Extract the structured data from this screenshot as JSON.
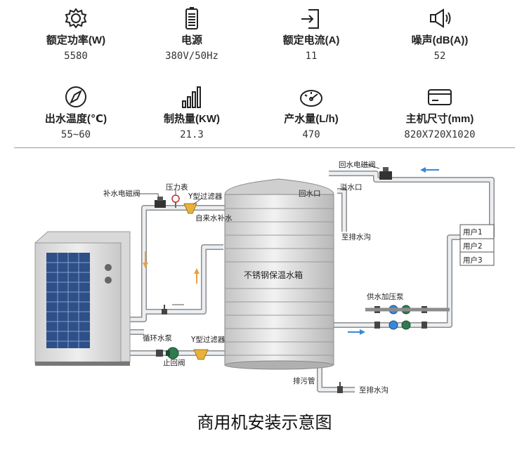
{
  "specs": [
    {
      "icon": "gear-icon",
      "label": "额定功率(W)",
      "value": "5580"
    },
    {
      "icon": "battery-icon",
      "label": "电源",
      "value": "380V/50Hz"
    },
    {
      "icon": "current-icon",
      "label": "额定电流(A)",
      "value": "11"
    },
    {
      "icon": "speaker-icon",
      "label": "噪声(dB(A))",
      "value": "52"
    },
    {
      "icon": "compass-icon",
      "label": "出水温度(℃)",
      "value": "55~60"
    },
    {
      "icon": "bar-chart-icon",
      "label": "制热量(KW)",
      "value": "21.3"
    },
    {
      "icon": "gauge-icon",
      "label": "产水量(L/h)",
      "value": "470"
    },
    {
      "icon": "card-icon",
      "label": "主机尺寸(mm)",
      "value": "820X720X1020"
    }
  ],
  "diagram": {
    "labels": {
      "makeup_valve": "补水电磁阀",
      "pressure_gauge": "压力表",
      "y_filter_top": "Y型过滤器",
      "tap_water": "自来水补水",
      "return_valve": "回水电磁阀",
      "return_port": "回水口",
      "overflow_port": "溢水口",
      "to_drain_top": "至排水沟",
      "tank": "不锈钢保温水箱",
      "user1": "用户1",
      "user2": "用户2",
      "user3": "用户3",
      "booster_pump": "供水加压泵",
      "circ_pump": "循环水泵",
      "y_filter_bottom": "Y型过滤器",
      "check_valve": "止回阀",
      "sewage_pipe": "排污管",
      "to_drain_bottom": "至排水沟"
    },
    "colors": {
      "pipe": "#e6e9ec",
      "pipe_edge": "#8c8c8c",
      "arrow_blue": "#3a86d6",
      "arrow_orange": "#e8a040",
      "panel": "#2f4f88",
      "tank": "#dcdcdc"
    }
  },
  "caption": "商用机安装示意图"
}
